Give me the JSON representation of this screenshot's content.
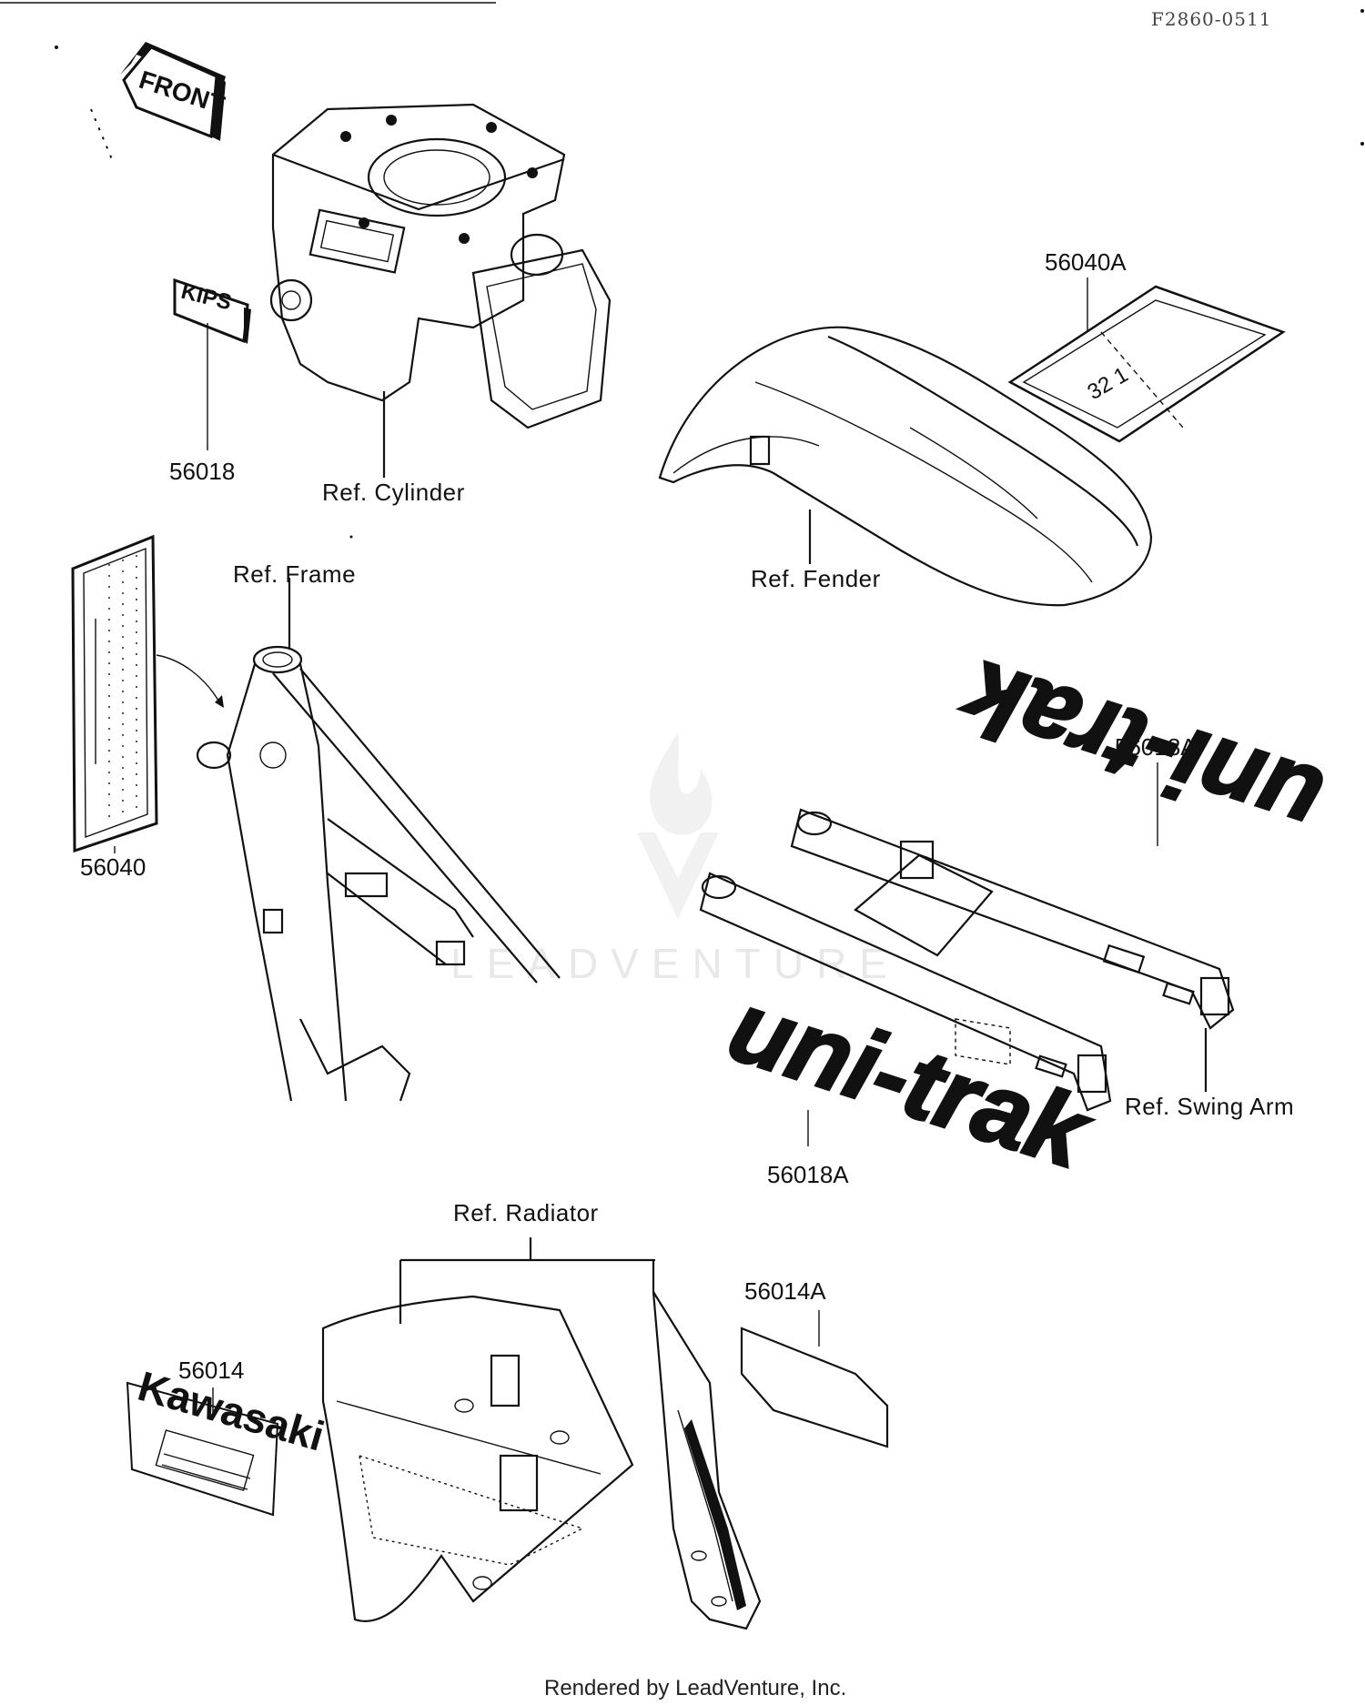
{
  "drawing_code": "F2860-0511",
  "front_arrow_text": "FRONT",
  "watermark": "LEADVENTURE",
  "footer": "Rendered by LeadVenture, Inc.",
  "refs": {
    "cylinder": "Ref. Cylinder",
    "frame": "Ref. Frame",
    "fender": "Ref. Fender",
    "swing_arm": "Ref. Swing Arm",
    "radiator": "Ref. Radiator"
  },
  "parts": {
    "p56018": "56018",
    "p56040": "56040",
    "p56040A": "56040A",
    "p56018A_top": "56018A",
    "p56018A_bottom": "56018A",
    "p56014": "56014",
    "p56014A": "56014A"
  },
  "decal_text": {
    "kips": "KIPS",
    "unitrak": "uni-trak",
    "kawasaki": "Kawasaki",
    "fender_numbers": "32 1"
  }
}
